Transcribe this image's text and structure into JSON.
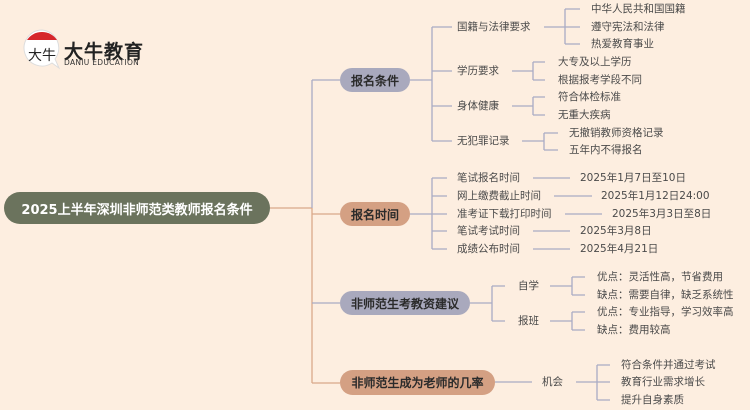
{
  "logo": {
    "title": "大牛教育",
    "subtitle": "DANIU EDUCATION",
    "mark": "大牛"
  },
  "root": {
    "label": "2025上半年深圳非师范类教师报名条件",
    "color": "#6b735d"
  },
  "colors": {
    "blue_node": "#a9a9bd",
    "tan_node": "#d4a083",
    "line_blue": "#a9abc4",
    "line_tan": "#d9a98a"
  },
  "branches": [
    {
      "label": "报名条件",
      "children": [
        {
          "label": "国籍与法律要求",
          "items": [
            "中华人民共和国国籍",
            "遵守宪法和法律",
            "热爱教育事业"
          ]
        },
        {
          "label": "学历要求",
          "items": [
            "大专及以上学历",
            "根据报考学段不同"
          ]
        },
        {
          "label": "身体健康",
          "items": [
            "符合体检标准",
            "无重大疾病"
          ]
        },
        {
          "label": "无犯罪记录",
          "items": [
            "无撤销教师资格记录",
            "五年内不得报名"
          ]
        }
      ]
    },
    {
      "label": "报名时间",
      "children": [
        {
          "label": "笔试报名时间",
          "value": "2025年1月7日至10日"
        },
        {
          "label": "网上缴费截止时间",
          "value": "2025年1月12日24:00"
        },
        {
          "label": "准考证下载打印时间",
          "value": "2025年3月3日至8日"
        },
        {
          "label": "笔试考试时间",
          "value": "2025年3月8日"
        },
        {
          "label": "成绩公布时间",
          "value": "2025年4月21日"
        }
      ]
    },
    {
      "label": "非师范生考教资建议",
      "children": [
        {
          "label": "自学",
          "items": [
            "优点：灵活性高，节省费用",
            "缺点：需要自律，缺乏系统性"
          ]
        },
        {
          "label": "报班",
          "items": [
            "优点：专业指导，学习效率高",
            "缺点：费用较高"
          ]
        }
      ]
    },
    {
      "label": "非师范生成为老师的几率",
      "children": [
        {
          "label": "机会",
          "items": [
            "符合条件并通过考试",
            "教育行业需求增长",
            "提升自身素质"
          ]
        }
      ]
    }
  ]
}
